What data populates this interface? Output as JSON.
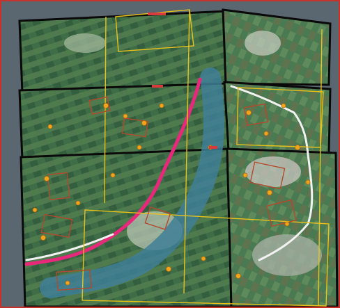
{
  "view": {
    "frame_color": "#c8322a",
    "background_color": "#5a6670",
    "tile_outline_color": "#0a0a0a",
    "footprint_color": "#e8c21a",
    "river_color": "#3f7f96",
    "road_primary_color": "#e8287a",
    "road_secondary_color": "#f2f2f2",
    "parcel_color": "#b4492c",
    "point_color": "#f3a51c"
  },
  "tiles": [
    {
      "name": "tile-row1-left",
      "tone": "#3e6a4a"
    },
    {
      "name": "tile-row1-right",
      "tone": "#4a7a52"
    },
    {
      "name": "tile-row2-left",
      "tone": "#416f4b"
    },
    {
      "name": "tile-row2-right",
      "tone": "#4b7450"
    },
    {
      "name": "tile-row3-left",
      "tone": "#3d6b47"
    },
    {
      "name": "tile-row3-right",
      "tone": "#537a58"
    }
  ],
  "icons": {
    "feature_point": "circle-marker-icon"
  }
}
